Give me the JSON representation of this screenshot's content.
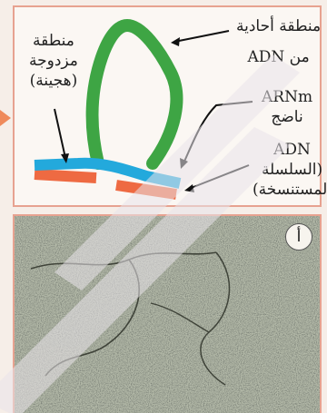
{
  "labels": {
    "single_region_line1": "منطقة أحادية",
    "single_region_line2": "من ADN",
    "double_region_line1": "منطقة",
    "double_region_line2": "مزدوجة",
    "double_region_line3": "(هجينة)",
    "arn_line1": "ARNm",
    "arn_line2": "ناضج",
    "adn_line1": "ADN",
    "adn_line2": "(السلسلة",
    "adn_line3": "المستنسخة)"
  },
  "photo": {
    "letter": "أ"
  },
  "colors": {
    "loop_green": "#3ea544",
    "mrna_blue": "#23a9dc",
    "template_orange": "#ee6a42",
    "frame": "#e7a290",
    "arrow": "#ef8a5b"
  }
}
